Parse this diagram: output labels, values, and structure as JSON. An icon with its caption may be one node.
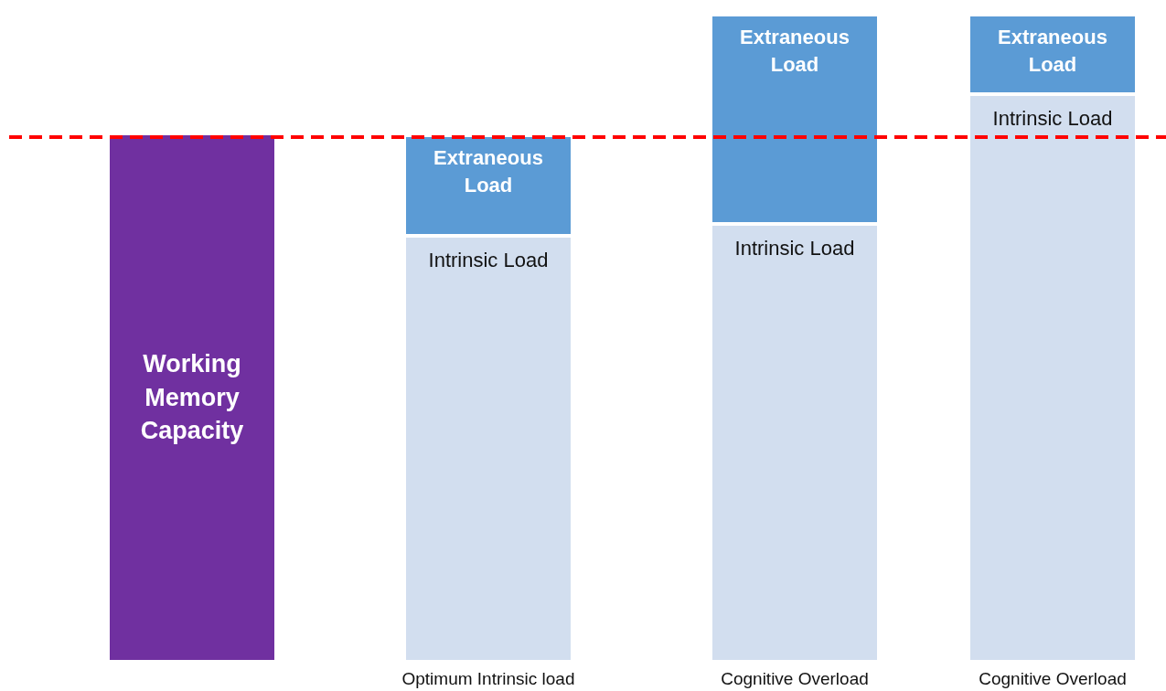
{
  "diagram": {
    "nodes": [
      {
        "text": [
          "Working Memory Capacity"
        ]
      },
      {
        "text": [
          "Extraneous Load"
        ]
      },
      {
        "text": [
          "Intrinsic Load"
        ]
      },
      {
        "text": [
          "Extraneous Load"
        ]
      },
      {
        "text": [
          "Intrinsic Load"
        ]
      },
      {
        "text": [
          "Extraneous Load"
        ]
      },
      {
        "text": [
          "Intrinsic Load"
        ]
      }
    ],
    "labels": [
      "Optimum Intrinsic load",
      "Cognitive Overload",
      "Cognitive Overload"
    ]
  }
}
